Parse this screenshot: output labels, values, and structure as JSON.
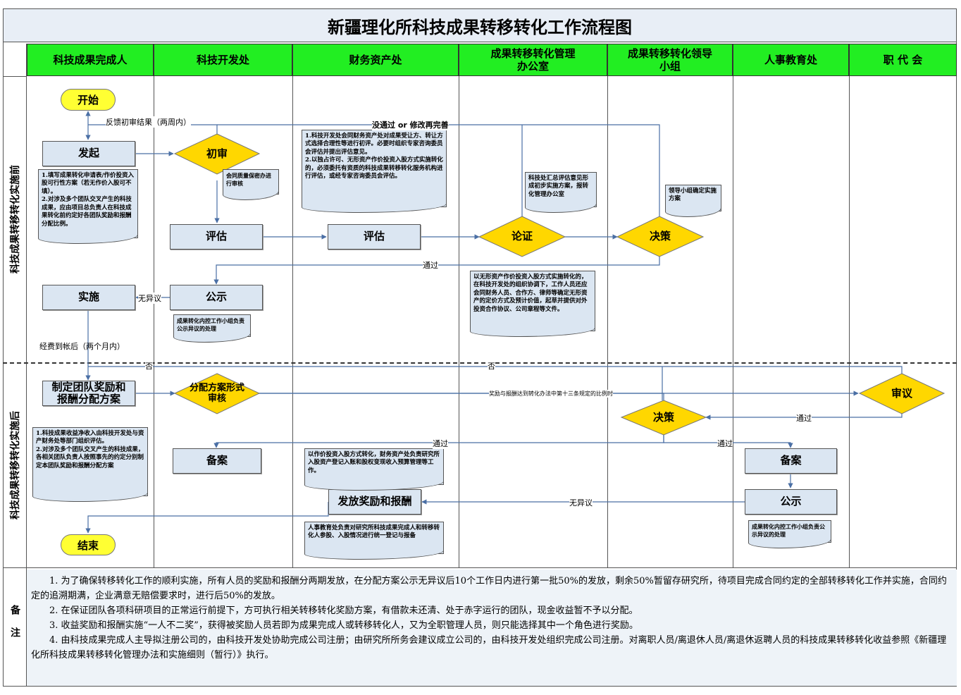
{
  "title": "新疆理化所科技成果转移转化工作流程图",
  "lanes": [
    "科技成果完成人",
    "科技开发处",
    "财务资产处",
    "成果转移转化管理\n办公室",
    "成果转移转化领导\n小组",
    "人事教育处",
    "职 代 会"
  ],
  "phases": {
    "before": "科技成果转移转化实施前",
    "after": "科技成果转移转化实施后",
    "notes": "备注"
  },
  "nodes": {
    "start": "开始",
    "launch": "发起",
    "prelim": "初审",
    "eval1": "评估",
    "eval2": "评估",
    "argue": "论证",
    "decide1": "决策",
    "implement": "实施",
    "publicize1": "公示",
    "make_plan": "制定团队奖励和\n报酬分配方案",
    "plan_review": "分配方案形式\n审核",
    "review": "审议",
    "decide2": "决策",
    "record1": "备案",
    "record2": "备案",
    "publicize2": "公示",
    "issue_reward": "发放奖励和报酬",
    "end": "结束"
  },
  "docs": {
    "d_launch": "1.填写成果转化申请表/作价投资入股可行性方案（若无作价入股可不填）。\n2.对涉及多个团队交叉产生的科技成果，应由项目总负责人在科技成果转化前约定好各团队奖励和报酬分配比例。",
    "d_prelim": "会同质量保密办进行审核",
    "d_finance": "1.科技开发处会同财务资产处对成果受让方、转让方式选择合理性等进行初评。必要时组织专家咨询委员会评估并提出评估意见。\n2.以独占许可、无形资产作价投资入股方式实施转化的，必须委托有资质的科技成果转移转化服务机构进行评估，或经专家咨询委员会评估。",
    "d_office": "科技处汇总评估意见形成初步实施方案，报转化管理办公室",
    "d_leader": "领导小组确定实施方案",
    "d_argue": "以无形资产作价投资入股方式实施转化的，在科技开发处的组织协调下，工作人员还应会同财务人员、合作方、律师等确定无形资产的定价方式及预计价值，起草并提供对外投资合作协议、公司章程等文件。",
    "d_publicize1": "成果转化内控工作小组负责公示异议的处理",
    "d_plan": "1.科技成果收益净收入由科技开发处与资产财务处等部门组织评估。\n2.对涉及多个团队交叉产生的科技成果，各相关团队负责人按照事先的约定分别制定本团队奖励和报酬分配方案",
    "d_equity": "以作价投资入股方式转化，财务资产处负责研究所入股资产登记入账和股权变现收入预算管理等工作。",
    "d_hr": "人事教育处负责对研究所科技成果完成人和转移转化人参股、入股情况进行统一登记与报备",
    "d_publicize2": "成果转化内控工作小组负责公示异议的处理"
  },
  "labels": {
    "feedback": "反馈初审结果（两周内）",
    "not_pass": "没通过 or 修改再完善",
    "pass1": "通过",
    "no_objection1": "无异议",
    "funds": "经费到帐后（两个月内）",
    "no1": "否",
    "no2": "否",
    "ratio": "奖励与报酬达到转化办法中第十三条规定的比例时",
    "pass2": "通过",
    "pass3": "通过",
    "pass4": "通过",
    "no_objection2": "无异议"
  },
  "notes": [
    "1. 为了确保转移转化工作的顺利实施，所有人员的奖励和报酬分两期发放，在分配方案公示无异议后10个工作日内进行第一批50%的发放，剩余50%暂留存研究所，待项目完成合同约定的全部转移转化工作并实施，合同约定的追溯期满，企业满意无赔偿要求时，进行后50%的发放。",
    "2. 在保证团队各项科研项目的正常运行前提下，方可执行相关转移转化奖励方案，有借款未还清、处于赤字运行的团队，现金收益暂不予以分配。",
    "3. 收益奖励和报酬实施“一人不二奖”，获得被奖励人员若即为成果完成人或转移转化人，又为全职管理人员，则只能选择其中一个角色进行奖励。",
    "4. 由科技成果完成人主导拟注册公司的，由科技开发处协助完成公司注册；由研究所所务会建议成立公司的，由科技开发处组织完成公司注册。对离职人员/离退休人员/离退休返聘人员的科技成果转移转化收益参照《新疆理化所科技成果转移转化管理办法和实施细则（暂行）》执行。"
  ],
  "colors": {
    "lane_header": "#22ee22",
    "terminal": "#ffff33",
    "diamond": "#ffd700",
    "box": "#dbe6f2",
    "connector": "#4a6fa5"
  }
}
